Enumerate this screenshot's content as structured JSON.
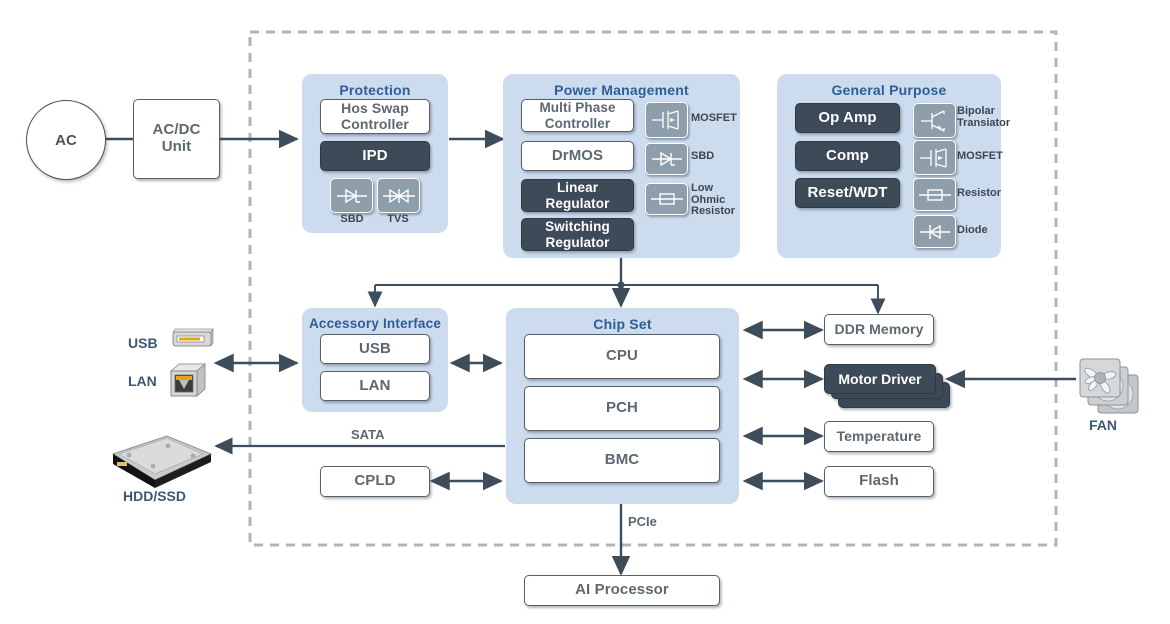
{
  "diagram": {
    "title_absent": true,
    "colors": {
      "panel_blue": "#ccdcee",
      "panel_title_blue": "#2f5e96",
      "dark_block": "#3c4b57",
      "white_block": "#ffffff",
      "line": "#3d4d5c",
      "symbol_gray": "#8f9eab",
      "dashed_border": "#b0b4b8",
      "label_blue": "#3d5873",
      "text_gray": "#5d6870"
    },
    "boundary": {
      "style": "dashed",
      "label": ""
    },
    "source": {
      "ac_label": "AC",
      "acdc_label": "AC/DC\nUnit",
      "acdc_line1": "AC/DC",
      "acdc_line2": "Unit"
    },
    "panels": [
      {
        "id": "protection",
        "title": "Protection",
        "blocks": [
          {
            "label": "Hos Swap\nController",
            "line1": "Hos Swap",
            "line2": "Controller",
            "style": "white"
          },
          {
            "label": "IPD",
            "style": "dark"
          }
        ],
        "symbols": [
          {
            "name": "sbd-symbol",
            "label": "SBD"
          },
          {
            "name": "tvs-symbol",
            "label": "TVS"
          }
        ]
      },
      {
        "id": "power-management",
        "title": "Power Management",
        "blocks": [
          {
            "label": "Multi Phase\nController",
            "line1": "Multi Phase",
            "line2": "Controller",
            "style": "white"
          },
          {
            "label": "DrMOS",
            "style": "white"
          },
          {
            "label": "Linear\nRegulator",
            "line1": "Linear",
            "line2": "Regulator",
            "style": "dark"
          },
          {
            "label": "Switching\nRegulator",
            "line1": "Switching",
            "line2": "Regulator",
            "style": "dark"
          }
        ],
        "symbols": [
          {
            "name": "mosfet-symbol",
            "label": "MOSFET"
          },
          {
            "name": "sbd-symbol",
            "label": "SBD"
          },
          {
            "name": "low-ohmic-resistor-symbol",
            "label": "Low\nOhmic\nResistor",
            "l1": "Low",
            "l2": "Ohmic",
            "l3": "Resistor"
          }
        ]
      },
      {
        "id": "general-purpose",
        "title": "General Purpose",
        "blocks": [
          {
            "label": "Op Amp",
            "style": "dark"
          },
          {
            "label": "Comp",
            "style": "dark"
          },
          {
            "label": "Reset/WDT",
            "style": "dark"
          }
        ],
        "symbols": [
          {
            "name": "bipolar-transistor-symbol",
            "label": "Bipolar\nTransiator",
            "l1": "Bipolar",
            "l2": "Transiator"
          },
          {
            "name": "mosfet-symbol",
            "label": "MOSFET"
          },
          {
            "name": "resistor-symbol",
            "label": "Resistor"
          },
          {
            "name": "diode-symbol",
            "label": "Diode"
          }
        ]
      },
      {
        "id": "accessory-interface",
        "title": "Accessory Interface",
        "blocks": [
          {
            "label": "USB",
            "style": "white"
          },
          {
            "label": "LAN",
            "style": "white"
          }
        ]
      },
      {
        "id": "chip-set",
        "title": "Chip Set",
        "blocks": [
          {
            "label": "CPU",
            "style": "white"
          },
          {
            "label": "PCH",
            "style": "white"
          },
          {
            "label": "BMC",
            "style": "white"
          }
        ]
      }
    ],
    "standalone_blocks": [
      {
        "id": "cpld",
        "label": "CPLD",
        "style": "white"
      },
      {
        "id": "ddr-memory",
        "label": "DDR Memory",
        "style": "white"
      },
      {
        "id": "motor-driver",
        "label": "Motor Driver",
        "style": "dark-stack"
      },
      {
        "id": "temperature",
        "label": "Temperature",
        "style": "white"
      },
      {
        "id": "flash",
        "label": "Flash",
        "style": "white"
      },
      {
        "id": "ai-processor",
        "label": "AI Processor",
        "style": "white"
      }
    ],
    "peripherals": [
      {
        "id": "usb-port",
        "label": "USB",
        "icon": "usb-connector-icon"
      },
      {
        "id": "lan-port",
        "label": "LAN",
        "icon": "rj45-connector-icon"
      },
      {
        "id": "hdd-ssd",
        "label": "HDD/SSD",
        "icon": "hard-disk-icon"
      },
      {
        "id": "fan",
        "label": "FAN",
        "icon": "fan-icon"
      }
    ],
    "edge_labels": [
      {
        "id": "sata",
        "label": "SATA"
      },
      {
        "id": "pcie",
        "label": "PCIe"
      }
    ]
  }
}
